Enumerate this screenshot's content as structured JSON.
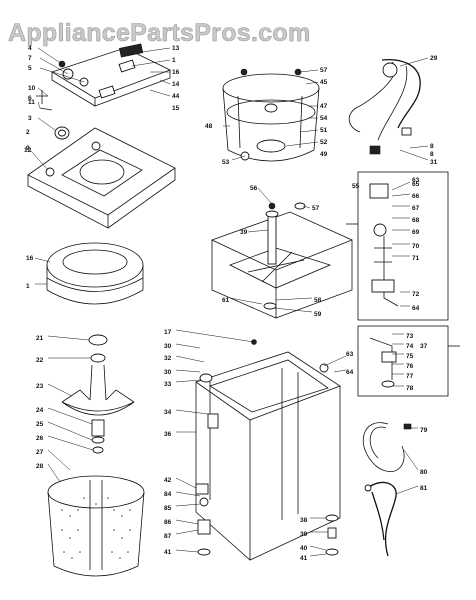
{
  "watermark": "AppliancePartsPros.com",
  "callouts": {
    "top_left": [
      "4",
      "7",
      "5",
      "10",
      "11",
      "3",
      "6",
      "2",
      "12",
      "13",
      "1",
      "16",
      "14",
      "44",
      "15",
      "9"
    ],
    "ring": [
      "16",
      "1"
    ],
    "tub_top": [
      "57",
      "45",
      "47",
      "48",
      "54",
      "51",
      "52",
      "53",
      "49"
    ],
    "harness": [
      "29",
      "8",
      "8",
      "31"
    ],
    "gearcase": [
      "55",
      "56",
      "57",
      "39",
      "61",
      "58",
      "59"
    ],
    "switch_panel": [
      "65",
      "66",
      "67",
      "68",
      "69",
      "70",
      "71",
      "72",
      "64",
      "63"
    ],
    "agitator": [
      "21",
      "22",
      "23",
      "24",
      "25",
      "26",
      "27",
      "28"
    ],
    "cabinet_left": [
      "17",
      "30",
      "32",
      "30",
      "33",
      "34",
      "36",
      "42",
      "84",
      "85",
      "86",
      "87",
      "41"
    ],
    "cabinet_right": [
      "63",
      "64",
      "38",
      "39",
      "40",
      "41"
    ],
    "lower_right": [
      "73",
      "74",
      "75",
      "76",
      "77",
      "78",
      "37",
      "79",
      "80",
      "81"
    ]
  }
}
